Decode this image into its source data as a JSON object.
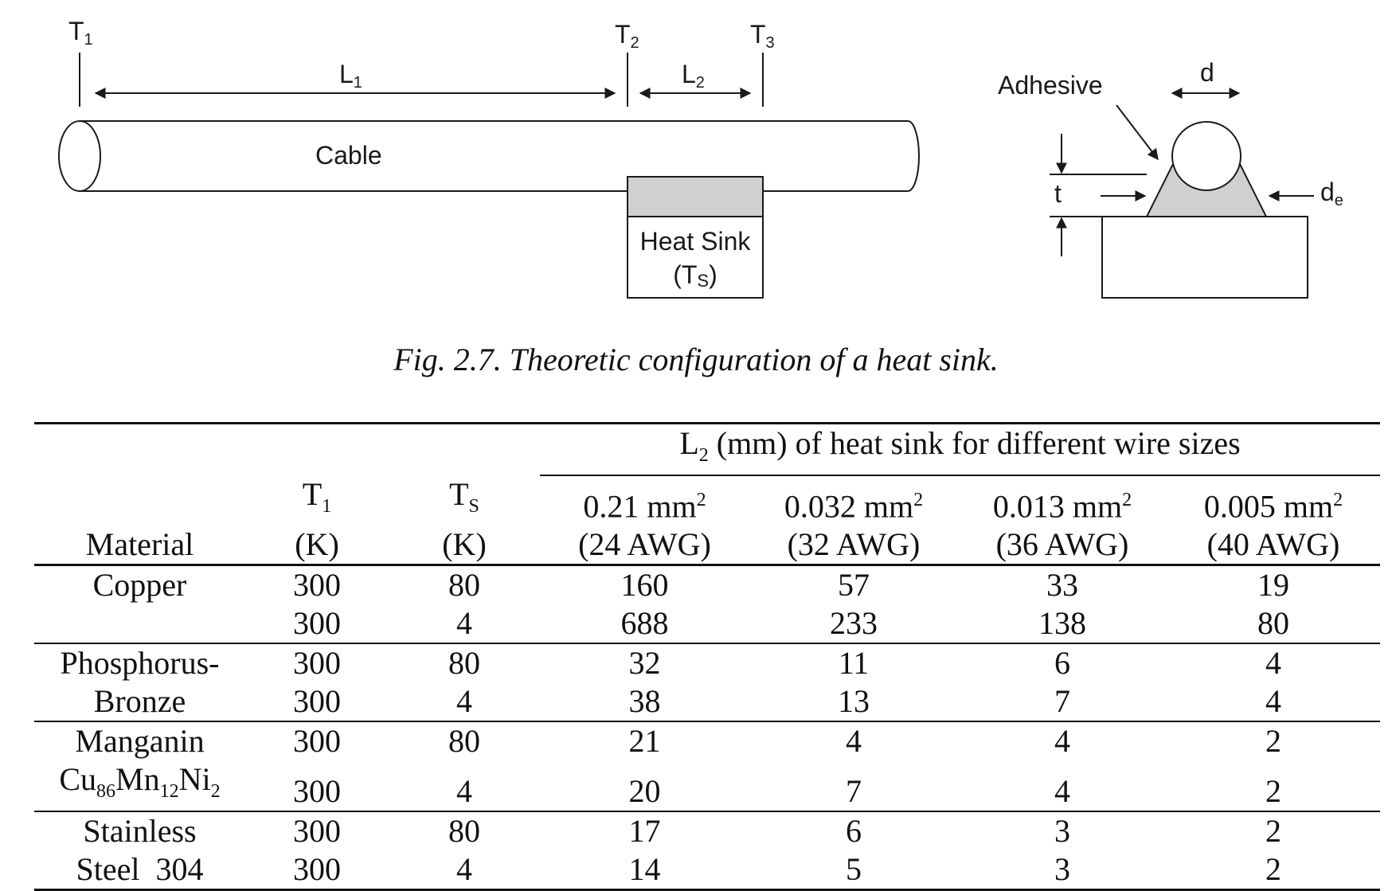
{
  "diagram": {
    "labels": {
      "t1": "T",
      "t1_sub": "1",
      "t2": "T",
      "t2_sub": "2",
      "t3": "T",
      "t3_sub": "3",
      "l1": "L",
      "l1_sub": "1",
      "l2": "L",
      "l2_sub": "2",
      "cable": "Cable",
      "heat_sink_line1": "Heat Sink",
      "heat_sink_line2_open": "(T",
      "heat_sink_line2_sub": "S",
      "heat_sink_line2_close": ")",
      "adhesive": "Adhesive",
      "d": "d",
      "t": "t",
      "de": "d",
      "de_sub": "e"
    }
  },
  "caption": "Fig. 2.7. Theoretic configuration of a heat sink.",
  "table": {
    "span_header": {
      "main": "L",
      "sub": "2",
      "rest": " (mm) of heat sink for different wire sizes"
    },
    "col_material": "Material",
    "col_t1": {
      "main": "T",
      "sub": "1",
      "unit": "(K)"
    },
    "col_ts": {
      "main": "T",
      "sub": "S",
      "unit": "(K)"
    },
    "wire_cols": [
      {
        "area": "0.21 mm",
        "sup": "2",
        "awg": "(24 AWG)"
      },
      {
        "area": "0.032 mm",
        "sup": "2",
        "awg": "(32 AWG)"
      },
      {
        "area": "0.013 mm",
        "sup": "2",
        "awg": "(36 AWG)"
      },
      {
        "area": "0.005 mm",
        "sup": "2",
        "awg": "(40 AWG)"
      }
    ],
    "groups": [
      {
        "material_lines": [
          "Copper",
          ""
        ],
        "rows": [
          {
            "t1": "300",
            "ts": "80",
            "values": [
              "160",
              "57",
              "33",
              "19"
            ]
          },
          {
            "t1": "300",
            "ts": "4",
            "values": [
              "688",
              "233",
              "138",
              "80"
            ]
          }
        ]
      },
      {
        "material_lines": [
          "Phosphorus-",
          "Bronze"
        ],
        "rows": [
          {
            "t1": "300",
            "ts": "80",
            "values": [
              "32",
              "11",
              "6",
              "4"
            ]
          },
          {
            "t1": "300",
            "ts": "4",
            "values": [
              "38",
              "13",
              "7",
              "4"
            ]
          }
        ]
      },
      {
        "material_lines": [
          "Manganin",
          "Cu86Mn12Ni2"
        ],
        "rows": [
          {
            "t1": "300",
            "ts": "80",
            "values": [
              "21",
              "4",
              "4",
              "2"
            ]
          },
          {
            "t1": "300",
            "ts": "4",
            "values": [
              "20",
              "7",
              "4",
              "2"
            ]
          }
        ]
      },
      {
        "material_lines": [
          "Stainless",
          "Steel  304"
        ],
        "rows": [
          {
            "t1": "300",
            "ts": "80",
            "values": [
              "17",
              "6",
              "3",
              "2"
            ]
          },
          {
            "t1": "300",
            "ts": "4",
            "values": [
              "14",
              "5",
              "3",
              "2"
            ]
          }
        ]
      }
    ]
  }
}
